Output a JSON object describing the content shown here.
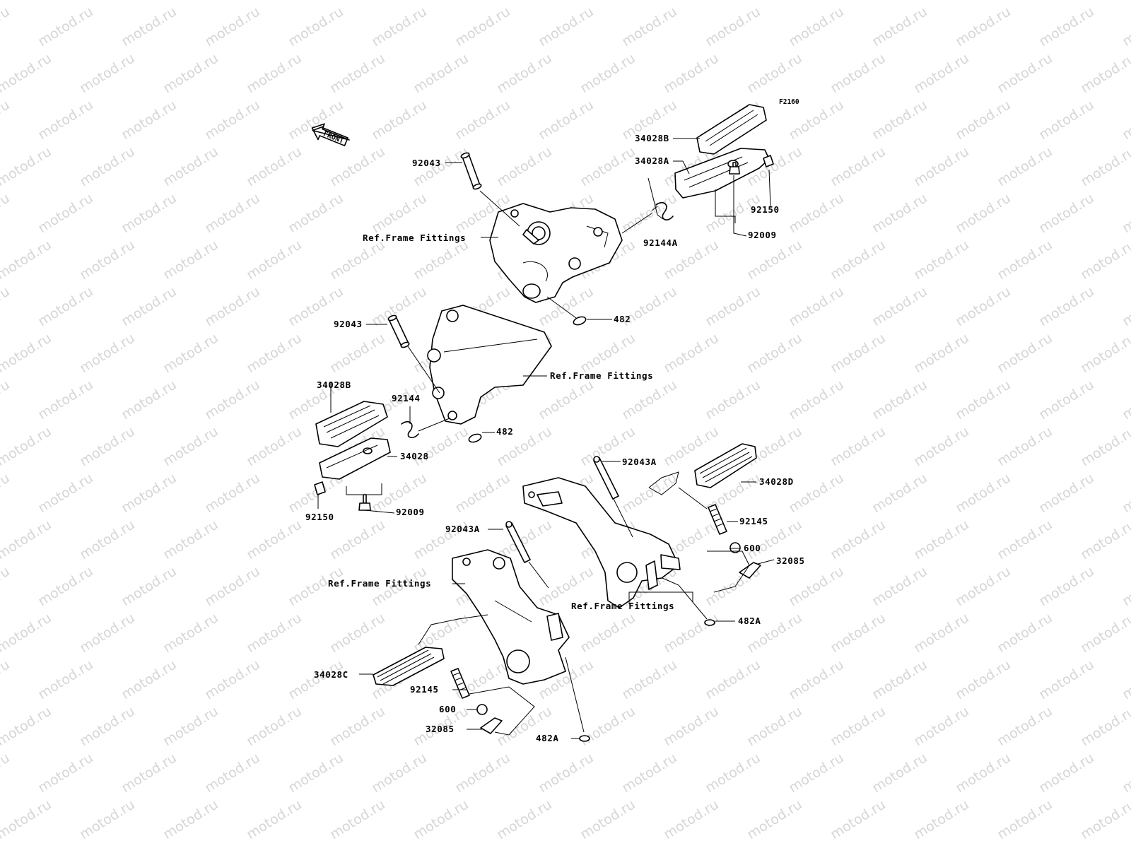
{
  "diagram": {
    "code": "F2160",
    "front_label": "FRONT",
    "watermark_text": "motod.ru",
    "colors": {
      "line": "#000000",
      "watermark": "#d6d6d6",
      "background": "#ffffff"
    },
    "callouts": [
      {
        "id": "c-92043-top",
        "label": "92043"
      },
      {
        "id": "c-ref-frame-1",
        "label": "Ref.Frame Fittings"
      },
      {
        "id": "c-34028b-top",
        "label": "34028B"
      },
      {
        "id": "c-34028a",
        "label": "34028A"
      },
      {
        "id": "c-92150-top",
        "label": "92150"
      },
      {
        "id": "c-92144a",
        "label": "92144A"
      },
      {
        "id": "c-92009-top",
        "label": "92009"
      },
      {
        "id": "c-482-top",
        "label": "482"
      },
      {
        "id": "c-92043-mid",
        "label": "92043"
      },
      {
        "id": "c-ref-frame-2",
        "label": "Ref.Frame Fittings"
      },
      {
        "id": "c-34028b-left",
        "label": "34028B"
      },
      {
        "id": "c-92144",
        "label": "92144"
      },
      {
        "id": "c-482-mid",
        "label": "482"
      },
      {
        "id": "c-34028",
        "label": "34028"
      },
      {
        "id": "c-92150-left",
        "label": "92150"
      },
      {
        "id": "c-92009-left",
        "label": "92009"
      },
      {
        "id": "c-92043a-right",
        "label": "92043A"
      },
      {
        "id": "c-34028d",
        "label": "34028D"
      },
      {
        "id": "c-92145-right",
        "label": "92145"
      },
      {
        "id": "c-600-right",
        "label": "600"
      },
      {
        "id": "c-32085-right",
        "label": "32085"
      },
      {
        "id": "c-92043a-left",
        "label": "92043A"
      },
      {
        "id": "c-ref-frame-3",
        "label": "Ref.Frame Fittings"
      },
      {
        "id": "c-ref-frame-4",
        "label": "Ref.Frame Fittings"
      },
      {
        "id": "c-482a-right",
        "label": "482A"
      },
      {
        "id": "c-34028c",
        "label": "34028C"
      },
      {
        "id": "c-92145-left",
        "label": "92145"
      },
      {
        "id": "c-600-left",
        "label": "600"
      },
      {
        "id": "c-32085-left",
        "label": "32085"
      },
      {
        "id": "c-482a-left",
        "label": "482A"
      }
    ]
  }
}
